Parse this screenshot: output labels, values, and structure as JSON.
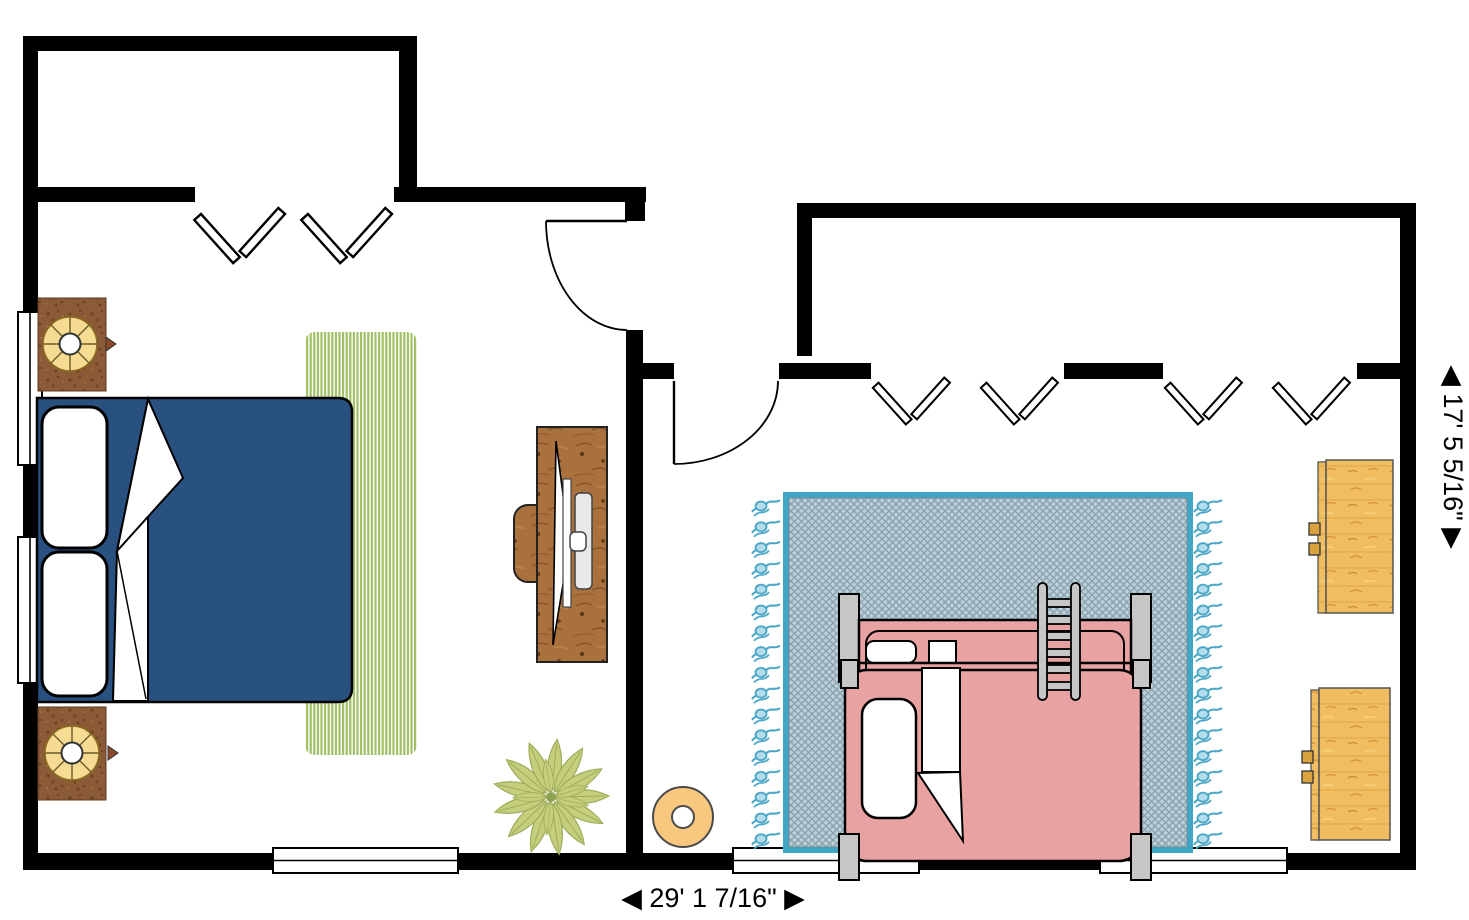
{
  "floorplan": {
    "dimensions": {
      "width": "◀ 29' 1 7/16\" ▶",
      "height": "◀ 17' 5 5/16\" ▶"
    },
    "colors": {
      "wall": "#000000",
      "double_bed_blue": "#285180",
      "bunk_bed_pink": "#E9A2A2",
      "rug_border_teal": "#3FA6C6",
      "rug_base": "#BDCED6",
      "rug_crosshatch": "#86A1AF",
      "fringe_blue": "#47A5C6",
      "stripe_rug_green": "#A1C066",
      "nightstand_wood": "#8A5B36",
      "desk_wood": "#A9713E",
      "dresser_wood": "#F0BE60",
      "lamp_shade_yellow": "#F5DC92",
      "pouf_orange": "#F7C87E",
      "plant_green": "#C5CE7D",
      "bed_post_gray": "#C6C6C6"
    },
    "objects": {
      "left_room": [
        "double bed",
        "pillows",
        "nightstands with lamps",
        "striped rug",
        "desk with computer",
        "desk chair",
        "potted plant",
        "closet with bifold doors",
        "swing door",
        "windows"
      ],
      "hallway": [
        "round pouf"
      ],
      "right_room": [
        "bunk bed with ladder",
        "area rug with fringe",
        "dressers",
        "closet bifold doors",
        "swing door",
        "windows"
      ]
    }
  }
}
